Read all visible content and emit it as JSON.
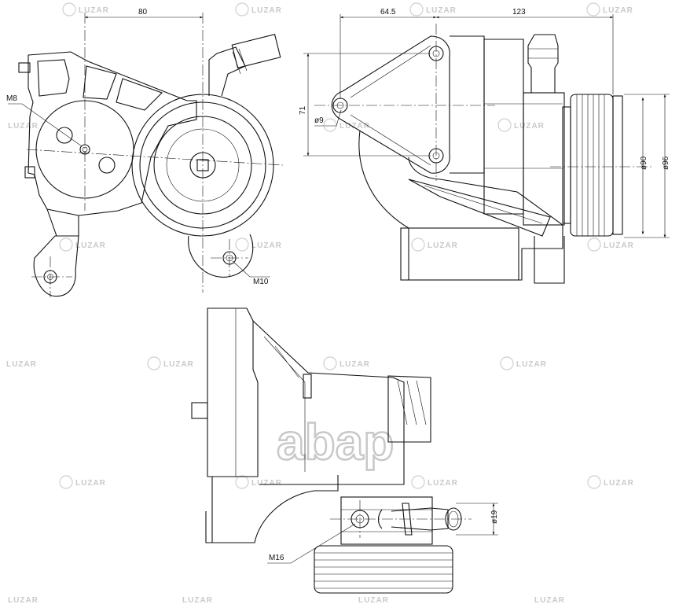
{
  "watermark": {
    "brand": "LUZAR",
    "center_logo": "abap"
  },
  "dimensions": {
    "width_80": "80",
    "m8": "M8",
    "m10": "M10",
    "d_64_5": "64.5",
    "d_123": "123",
    "d_71": "71",
    "phi9": "ø9",
    "phi90": "ø90",
    "phi96": "ø96",
    "phi19": "ø19",
    "m16": "M16"
  }
}
